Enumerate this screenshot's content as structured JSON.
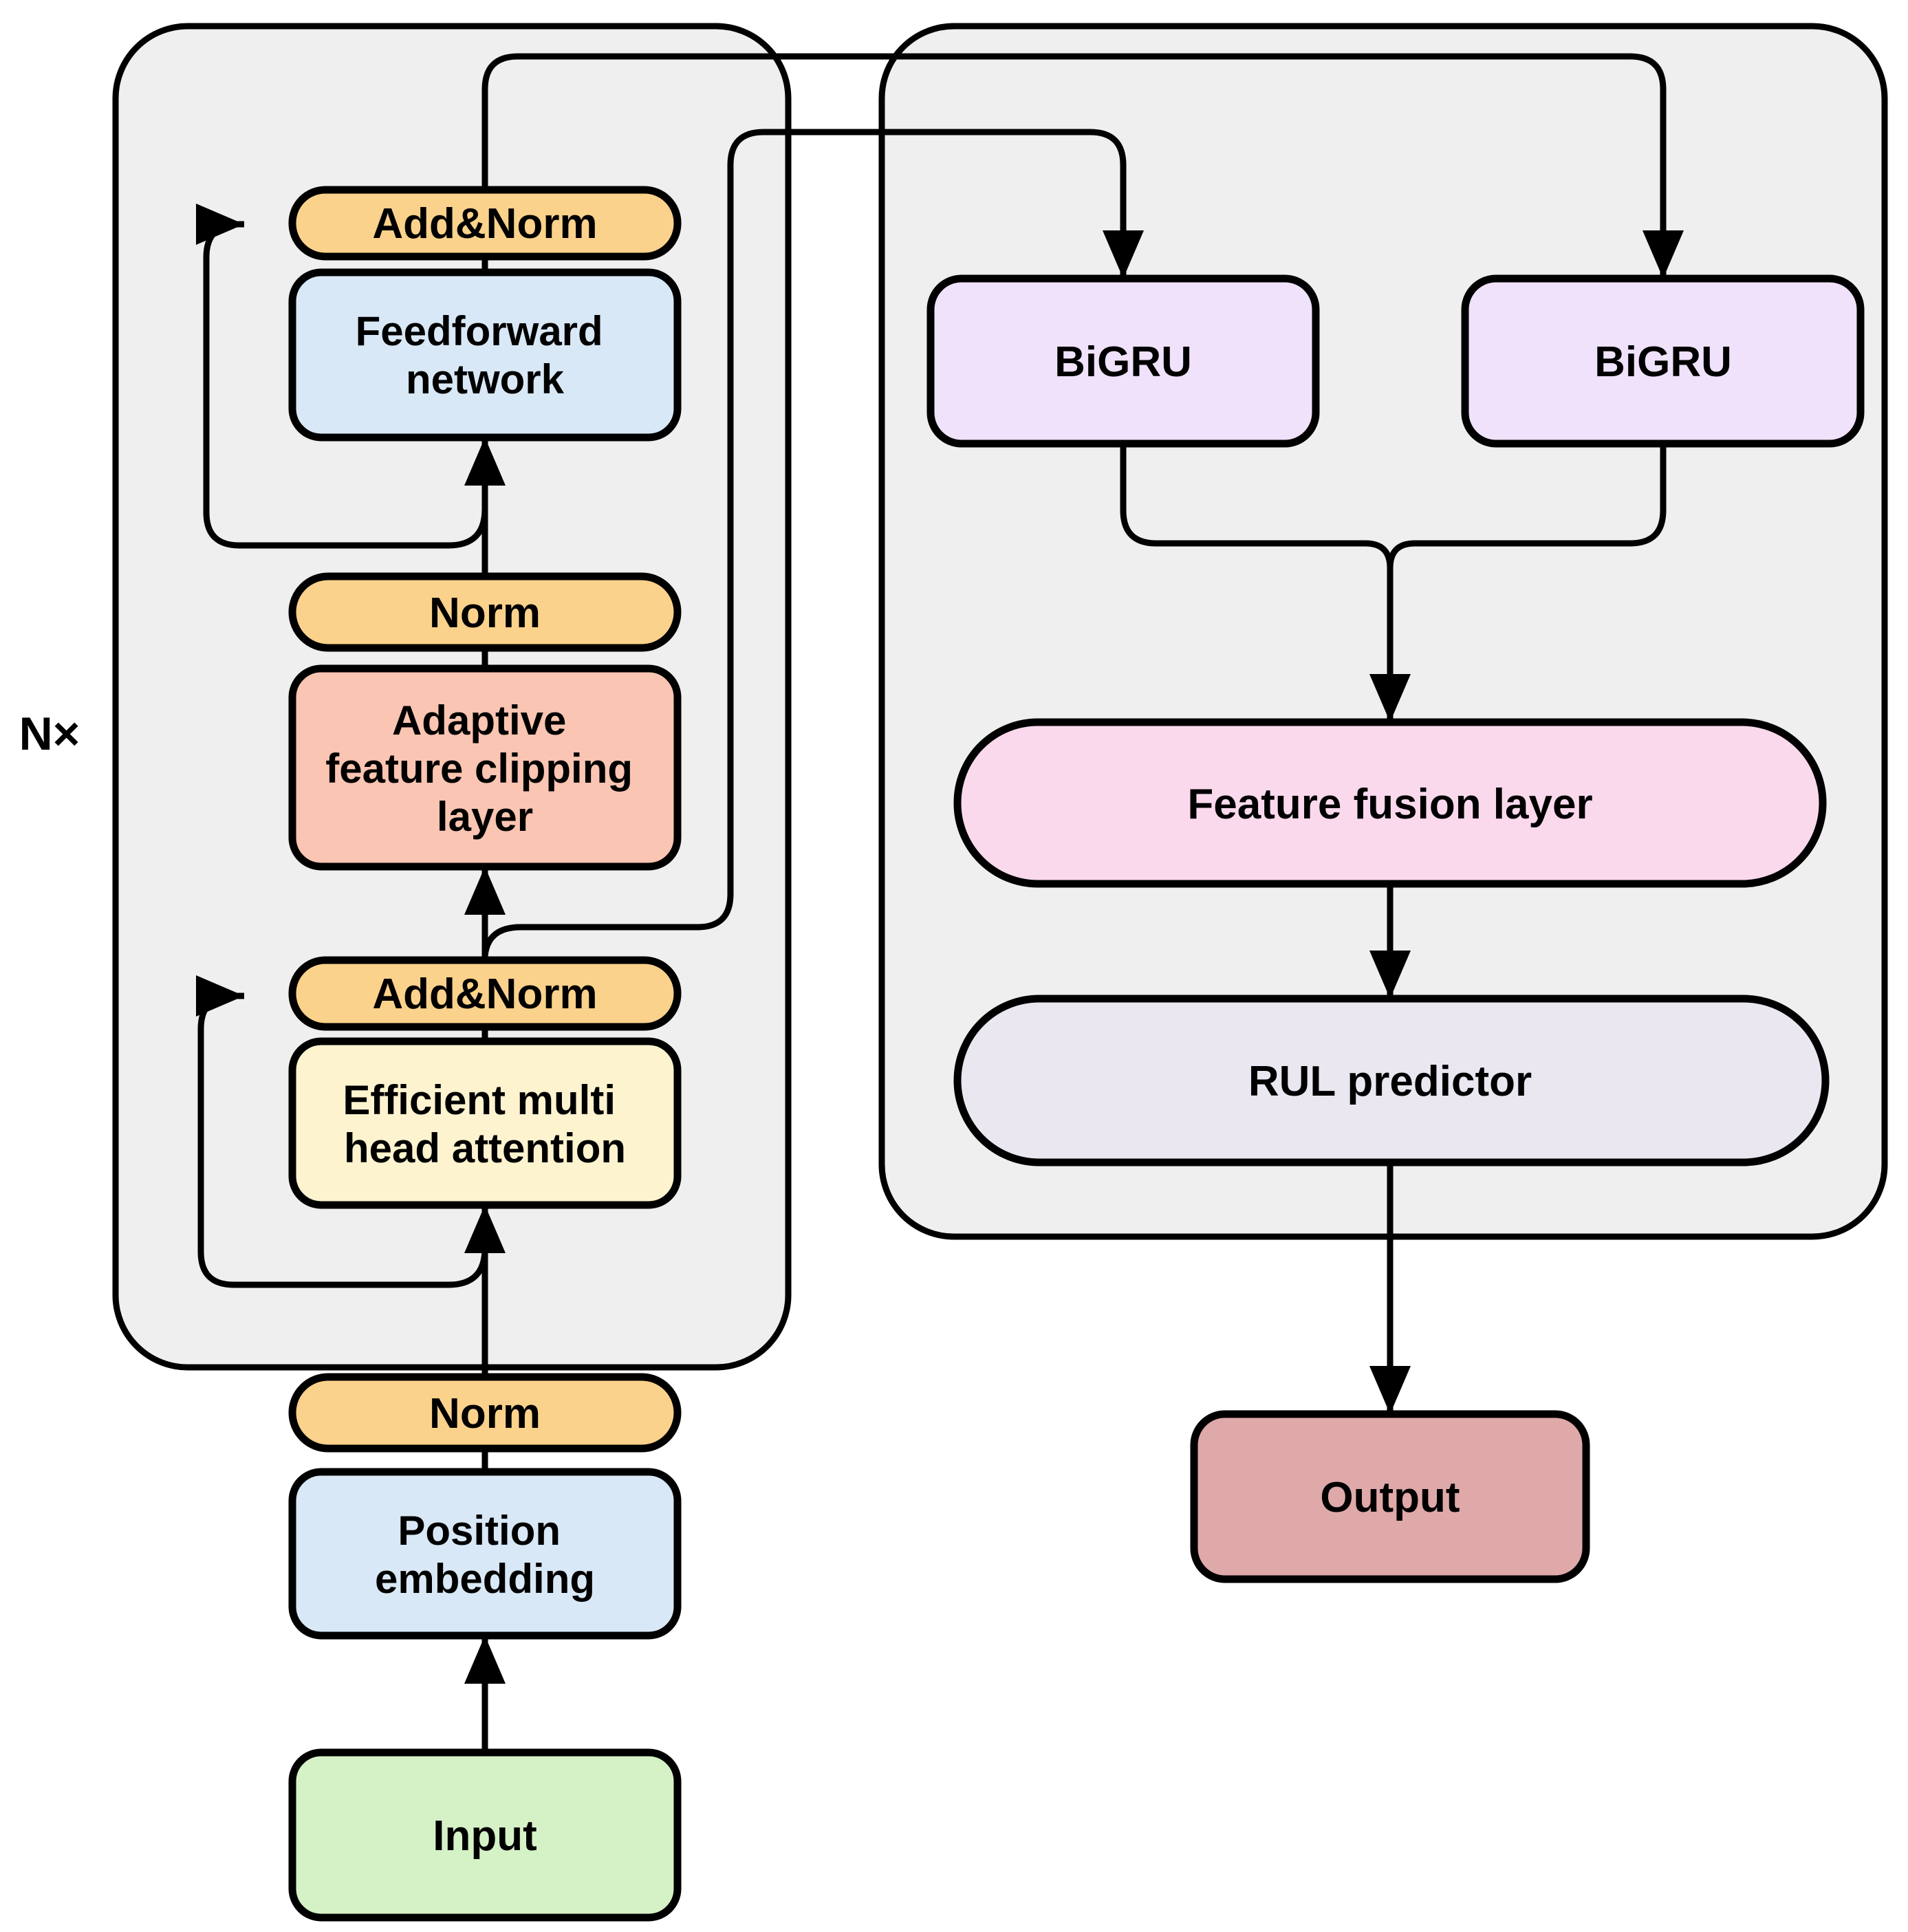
{
  "diagram": {
    "n_label": "N×",
    "encoder": {
      "add_norm_top": "Add&Norm",
      "feedforward_l1": "Feedforward",
      "feedforward_l2": "network",
      "norm_mid": "Norm",
      "adaptive_l1": "Adaptive",
      "adaptive_l2": "feature clipping",
      "adaptive_l3": "layer",
      "add_norm_bottom": "Add&Norm",
      "attention_l1": "Efficient multi",
      "attention_l2": "head attention"
    },
    "input_path": {
      "norm": "Norm",
      "position_l1": "Position",
      "position_l2": "embedding",
      "input": "Input"
    },
    "right_branch": {
      "bigru_left": "BiGRU",
      "bigru_right": "BiGRU",
      "fusion": "Feature fusion layer",
      "rul": "RUL predictor"
    },
    "output": "Output"
  },
  "colors": {
    "container": "#efefef",
    "stroke": "#000000",
    "norm_pill": "#fbd28b",
    "blue_box": "#d9e8f6",
    "salmon_box": "#fac5b2",
    "cream_box": "#fdf3cf",
    "green_box": "#d5f2c6",
    "lavender_box": "#efe2fa",
    "pink_pill": "#fbd9ed",
    "rul_pill": "#eae7f1",
    "output_box": "#dfa9a9"
  }
}
